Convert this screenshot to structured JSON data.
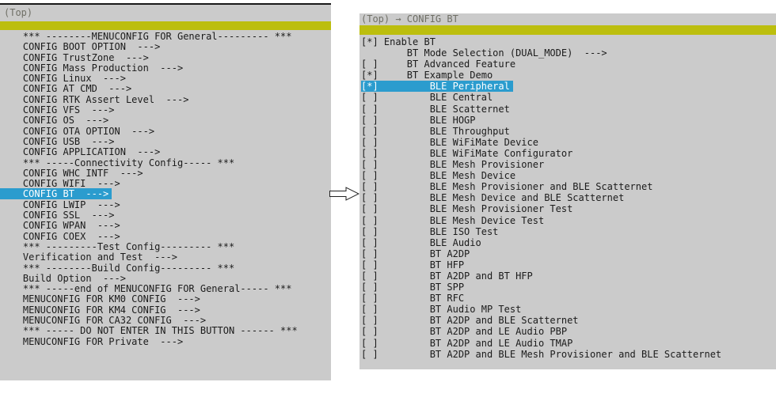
{
  "colors": {
    "panel_bg": "#cbcbcb",
    "separator_bar": "#bcbe0e",
    "selection_bg": "#2b9cce",
    "selection_text": "#ffffff",
    "text": "#1b1b1b",
    "breadcrumb_text": "#6f6f66"
  },
  "left_panel": {
    "breadcrumb": "(Top)",
    "items": [
      {
        "text": "    *** --------MENUCONFIG FOR General--------- ***",
        "type": "separator",
        "selected": false
      },
      {
        "text": "    CONFIG BOOT OPTION  --->",
        "type": "menu",
        "selected": false
      },
      {
        "text": "    CONFIG TrustZone  --->",
        "type": "menu",
        "selected": false
      },
      {
        "text": "    CONFIG Mass Production  --->",
        "type": "menu",
        "selected": false
      },
      {
        "text": "    CONFIG Linux  --->",
        "type": "menu",
        "selected": false
      },
      {
        "text": "    CONFIG AT CMD  --->",
        "type": "menu",
        "selected": false
      },
      {
        "text": "    CONFIG RTK Assert Level  --->",
        "type": "menu",
        "selected": false
      },
      {
        "text": "    CONFIG VFS  --->",
        "type": "menu",
        "selected": false
      },
      {
        "text": "    CONFIG OS  --->",
        "type": "menu",
        "selected": false
      },
      {
        "text": "    CONFIG OTA OPTION  --->",
        "type": "menu",
        "selected": false
      },
      {
        "text": "    CONFIG USB  --->",
        "type": "menu",
        "selected": false
      },
      {
        "text": "    CONFIG APPLICATION  --->",
        "type": "menu",
        "selected": false
      },
      {
        "text": "    *** -----Connectivity Config----- ***",
        "type": "separator",
        "selected": false
      },
      {
        "text": "    CONFIG WHC INTF  --->",
        "type": "menu",
        "selected": false
      },
      {
        "text": "    CONFIG WIFI  --->",
        "type": "menu",
        "selected": false
      },
      {
        "text": "    CONFIG BT  --->",
        "type": "menu",
        "selected": true
      },
      {
        "text": "    CONFIG LWIP  --->",
        "type": "menu",
        "selected": false
      },
      {
        "text": "    CONFIG SSL  --->",
        "type": "menu",
        "selected": false
      },
      {
        "text": "    CONFIG WPAN  --->",
        "type": "menu",
        "selected": false
      },
      {
        "text": "    CONFIG COEX  --->",
        "type": "menu",
        "selected": false
      },
      {
        "text": "    *** ---------Test Config--------- ***",
        "type": "separator",
        "selected": false
      },
      {
        "text": "    Verification and Test  --->",
        "type": "menu",
        "selected": false
      },
      {
        "text": "    *** --------Build Config--------- ***",
        "type": "separator",
        "selected": false
      },
      {
        "text": "    Build Option  --->",
        "type": "menu",
        "selected": false
      },
      {
        "text": "    *** -----end of MENUCONFIG FOR General----- ***",
        "type": "separator",
        "selected": false
      },
      {
        "text": "    MENUCONFIG FOR KM0 CONFIG  --->",
        "type": "menu",
        "selected": false
      },
      {
        "text": "    MENUCONFIG FOR KM4 CONFIG  --->",
        "type": "menu",
        "selected": false
      },
      {
        "text": "    MENUCONFIG FOR CA32 CONFIG  --->",
        "type": "menu",
        "selected": false
      },
      {
        "text": "    *** ----- DO NOT ENTER IN THIS BUTTON ------ ***",
        "type": "separator",
        "selected": false
      },
      {
        "text": "    MENUCONFIG FOR Private  --->",
        "type": "menu",
        "selected": false
      }
    ]
  },
  "right_panel": {
    "breadcrumb": "(Top) → CONFIG BT",
    "items": [
      {
        "text": "[*] Enable BT",
        "type": "checkbox",
        "selected": false
      },
      {
        "text": "        BT Mode Selection (DUAL_MODE)  --->",
        "type": "menu",
        "selected": false
      },
      {
        "text": "[ ]     BT Advanced Feature",
        "type": "checkbox",
        "selected": false
      },
      {
        "text": "[*]     BT Example Demo",
        "type": "checkbox",
        "selected": false
      },
      {
        "text": "[*]         BLE Peripheral",
        "type": "checkbox",
        "selected": true
      },
      {
        "text": "[ ]         BLE Central",
        "type": "checkbox",
        "selected": false
      },
      {
        "text": "[ ]         BLE Scatternet",
        "type": "checkbox",
        "selected": false
      },
      {
        "text": "[ ]         BLE HOGP",
        "type": "checkbox",
        "selected": false
      },
      {
        "text": "[ ]         BLE Throughput",
        "type": "checkbox",
        "selected": false
      },
      {
        "text": "[ ]         BLE WiFiMate Device",
        "type": "checkbox",
        "selected": false
      },
      {
        "text": "[ ]         BLE WiFiMate Configurator",
        "type": "checkbox",
        "selected": false
      },
      {
        "text": "[ ]         BLE Mesh Provisioner",
        "type": "checkbox",
        "selected": false
      },
      {
        "text": "[ ]         BLE Mesh Device",
        "type": "checkbox",
        "selected": false
      },
      {
        "text": "[ ]         BLE Mesh Provisioner and BLE Scatternet",
        "type": "checkbox",
        "selected": false
      },
      {
        "text": "[ ]         BLE Mesh Device and BLE Scatternet",
        "type": "checkbox",
        "selected": false
      },
      {
        "text": "[ ]         BLE Mesh Provisioner Test",
        "type": "checkbox",
        "selected": false
      },
      {
        "text": "[ ]         BLE Mesh Device Test",
        "type": "checkbox",
        "selected": false
      },
      {
        "text": "[ ]         BLE ISO Test",
        "type": "checkbox",
        "selected": false
      },
      {
        "text": "[ ]         BLE Audio",
        "type": "checkbox",
        "selected": false
      },
      {
        "text": "[ ]         BT A2DP",
        "type": "checkbox",
        "selected": false
      },
      {
        "text": "[ ]         BT HFP",
        "type": "checkbox",
        "selected": false
      },
      {
        "text": "[ ]         BT A2DP and BT HFP",
        "type": "checkbox",
        "selected": false
      },
      {
        "text": "[ ]         BT SPP",
        "type": "checkbox",
        "selected": false
      },
      {
        "text": "[ ]         BT RFC",
        "type": "checkbox",
        "selected": false
      },
      {
        "text": "[ ]         BT Audio MP Test",
        "type": "checkbox",
        "selected": false
      },
      {
        "text": "[ ]         BT A2DP and BLE Scatternet",
        "type": "checkbox",
        "selected": false
      },
      {
        "text": "[ ]         BT A2DP and LE Audio PBP",
        "type": "checkbox",
        "selected": false
      },
      {
        "text": "[ ]         BT A2DP and LE Audio TMAP",
        "type": "checkbox",
        "selected": false
      },
      {
        "text": "[ ]         BT A2DP and BLE Mesh Provisioner and BLE Scatternet",
        "type": "checkbox",
        "selected": false
      }
    ]
  }
}
